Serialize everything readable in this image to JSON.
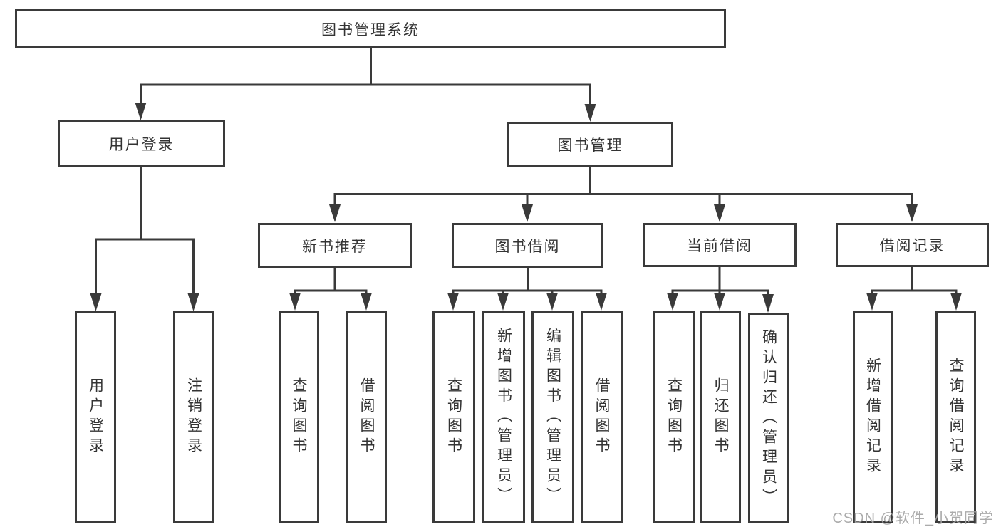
{
  "diagram": {
    "root": {
      "label": "图书管理系统"
    },
    "branches": [
      {
        "label": "用户登录",
        "children": [
          {
            "label": "用户登录"
          },
          {
            "label": "注销登录"
          }
        ]
      },
      {
        "label": "图书管理",
        "sections": [
          {
            "label": "新书推荐",
            "children": [
              {
                "label": "查询图书"
              },
              {
                "label": "借阅图书"
              }
            ]
          },
          {
            "label": "图书借阅",
            "children": [
              {
                "label": "查询图书"
              },
              {
                "label": "新增图书（管理员）"
              },
              {
                "label": "编辑图书（管理员）"
              },
              {
                "label": "借阅图书"
              }
            ]
          },
          {
            "label": "当前借阅",
            "children": [
              {
                "label": "查询图书"
              },
              {
                "label": "归还图书"
              },
              {
                "label": "确认归还（管理员）"
              }
            ]
          },
          {
            "label": "借阅记录",
            "children": [
              {
                "label": "新增借阅记录"
              },
              {
                "label": "查询借阅记录"
              }
            ]
          }
        ]
      }
    ]
  },
  "watermark": "CSDN @软件_小贺同学",
  "colors": {
    "line": "#3a3a3a",
    "text": "#333333",
    "watermark": "#a4a4a4",
    "background": "#ffffff"
  }
}
